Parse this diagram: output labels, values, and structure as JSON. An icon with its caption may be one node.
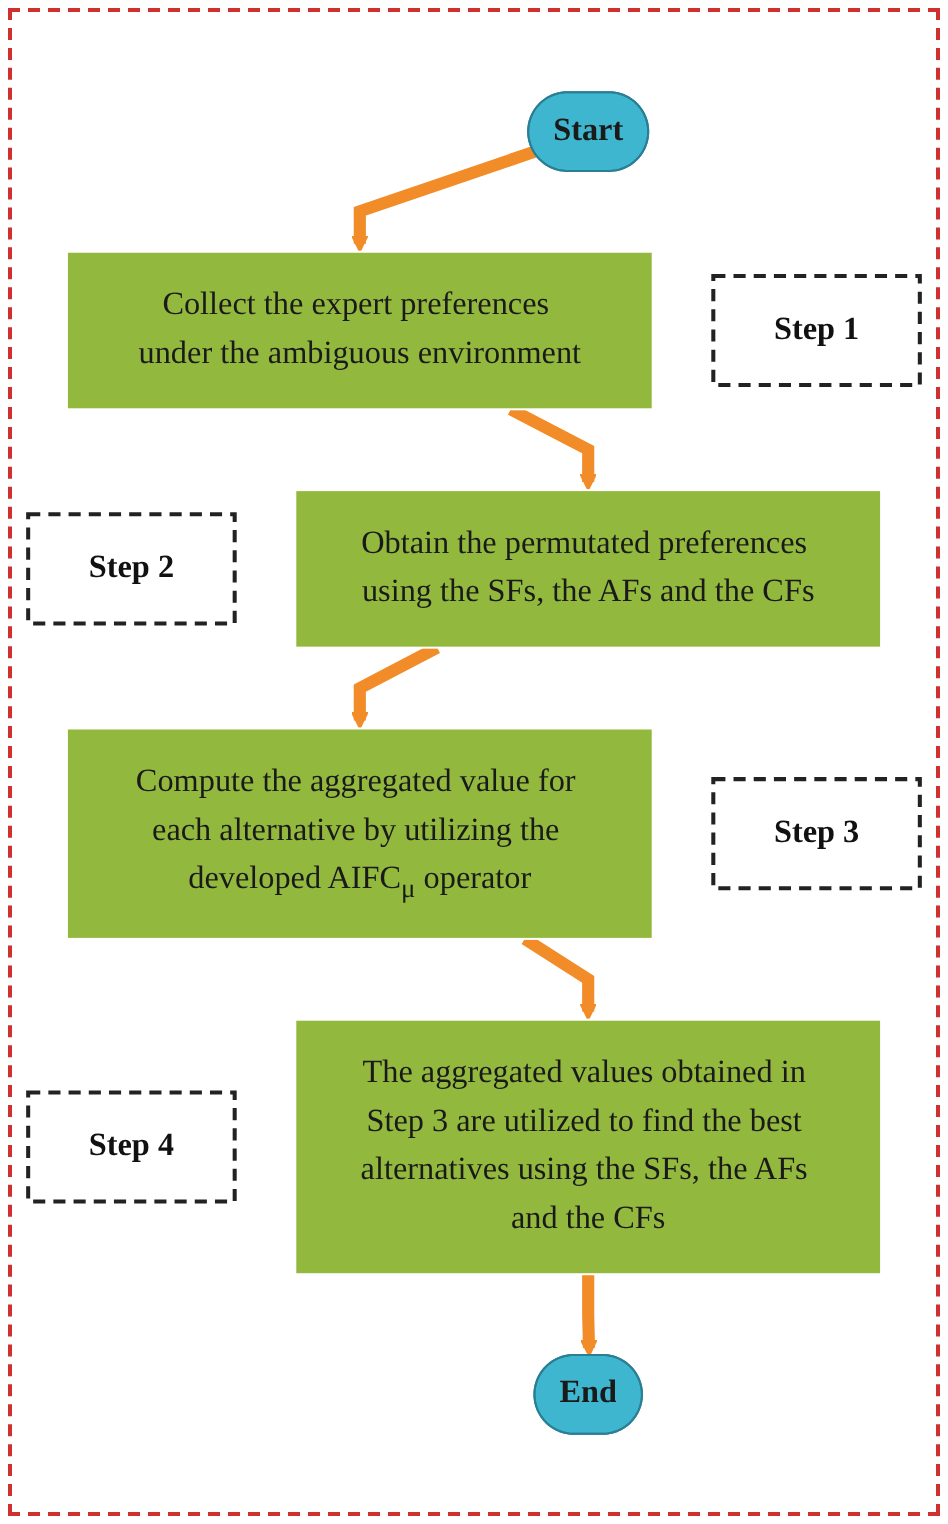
{
  "diagram": {
    "nodes": [
      {
        "text": [
          "Start"
        ]
      },
      {
        "text": [
          "Collect the expert preferences under the ambiguous environment"
        ]
      },
      {
        "text": [
          "Step 1"
        ]
      },
      {
        "text": [
          "Step 2"
        ]
      },
      {
        "text": [
          "Obtain the permutated preferences using the SFs, the AFs and the CFs"
        ]
      },
      {
        "text": [
          "Compute the aggregated value for each alternative by utilizing the developed AIFC$_{μ}$ operator"
        ]
      },
      {
        "text": [
          "Step 3"
        ]
      },
      {
        "text": [
          "Step 4"
        ]
      },
      {
        "text": [
          "The aggregated values obtained in Step 3 are utilized to find the best alternatives using the SFs, the AFs and the CFs"
        ]
      },
      {
        "text": [
          "End"
        ]
      }
    ],
    "edges": [
      {
        "from": 0,
        "to": 1,
        "arrow": "to"
      },
      {
        "from": 1,
        "to": 4,
        "arrow": "to"
      },
      {
        "from": 4,
        "to": 5,
        "arrow": "to"
      },
      {
        "from": 5,
        "to": 8,
        "arrow": "to"
      },
      {
        "from": 8,
        "to": 9,
        "arrow": "to"
      }
    ]
  }
}
